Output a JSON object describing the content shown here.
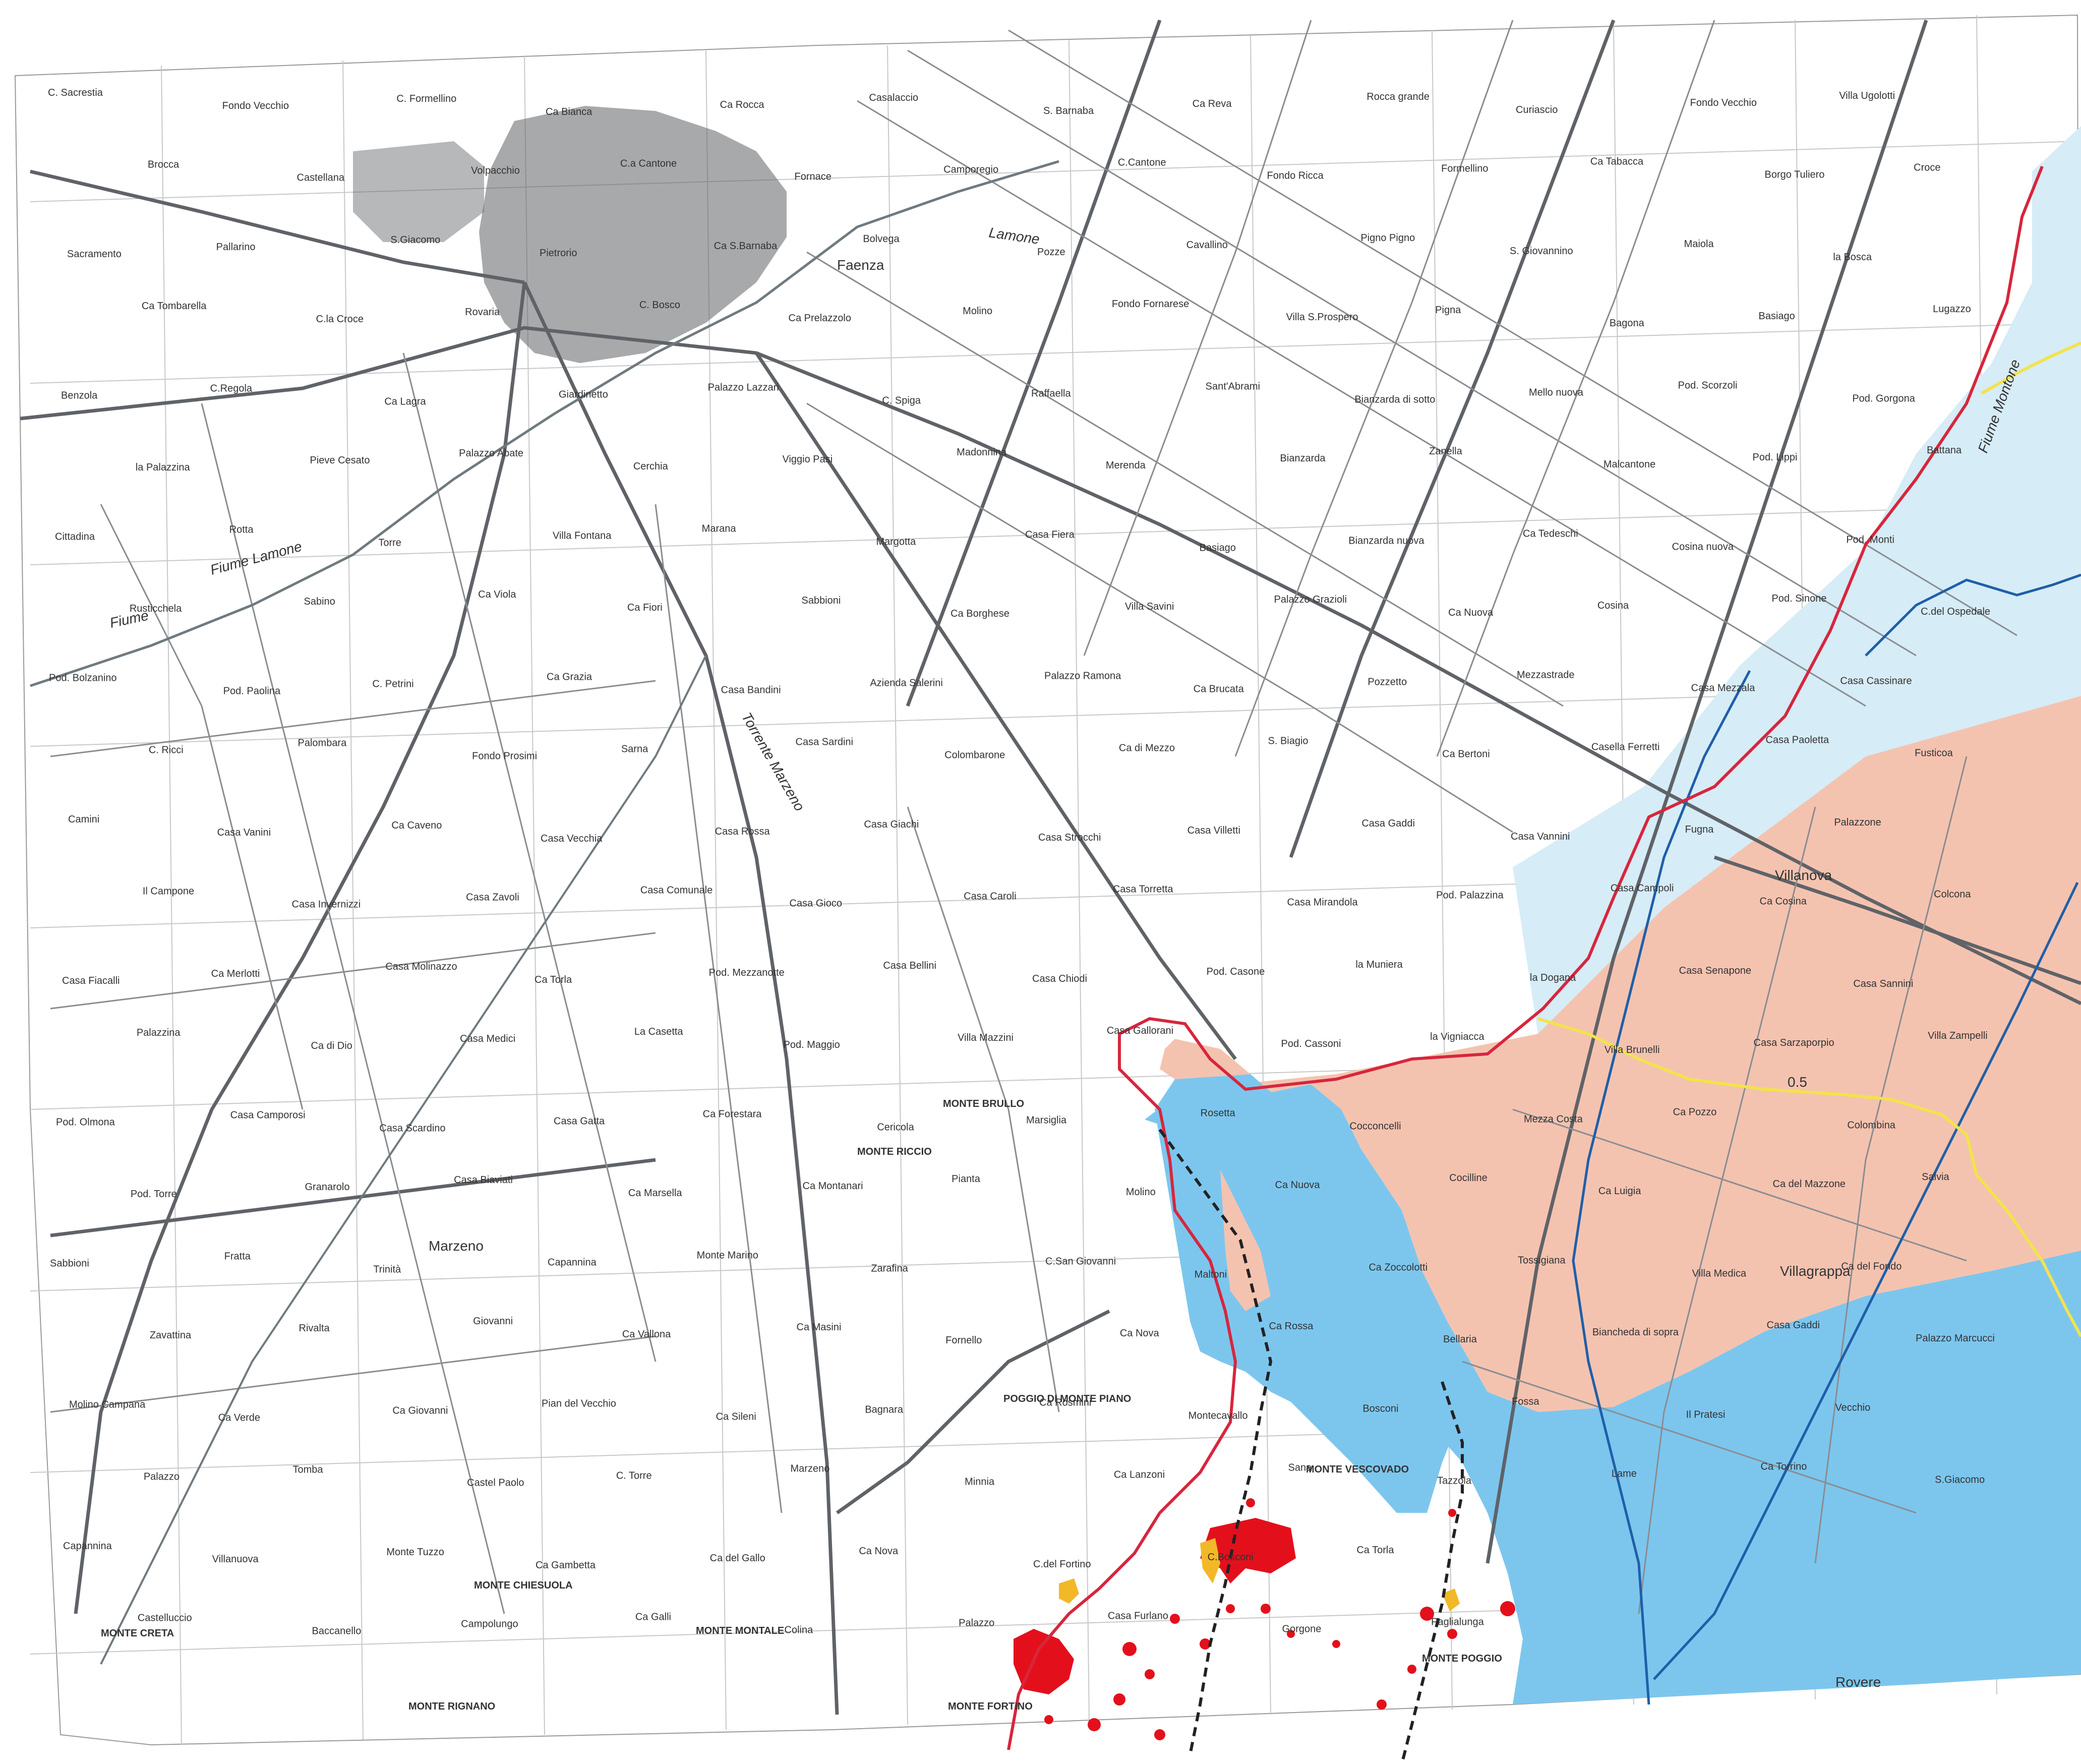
{
  "map": {
    "colors": {
      "paper": "#ffffff",
      "road": "#5f6368",
      "road_thin": "#8a8d90",
      "urban": "#606266",
      "grid": "#c8c8c8",
      "zone_light_blue": "#d6ecf7",
      "zone_blue": "#7cc6ee",
      "zone_salmon": "#f4c3b0",
      "zone_red": "#e3101c",
      "zone_yellow": "#f2b827",
      "isoline_yellow": "#f3e34a",
      "boundary_red": "#d7263d",
      "river_blue": "#1f5fa8",
      "dashed_black": "#222222"
    },
    "isoline_label": "0.5",
    "labels": {
      "towns": {
        "faenza": "Faenza",
        "villanova": "Villanova",
        "villagrappa": "Villagrappa",
        "marzeno": "Marzeno",
        "rovere": "Rovere"
      },
      "hills": {
        "monte_riccio": "MONTE RICCIO",
        "monte_brullo": "MONTE BRULLO",
        "monte_vescovado": "MONTE VESCOVADO",
        "monte_poggio": "MONTE POGGIO",
        "monte_fortino": "MONTE FORTINO",
        "monte_chiesuola": "MONTE CHIESUOLA",
        "monte_creta": "MONTE CRETA",
        "monte_montale": "MONTE MONTALE",
        "monte_rignano": "MONTE RIGNANO",
        "poggio_monte_piano": "POGGIO DI MONTE PIANO"
      },
      "rivers": {
        "lamone_1": "Fiume",
        "lamone_2": "Lamone",
        "lamone_3": "Fiume Lamone",
        "montone": "Fiume Montone",
        "marzeno": "Torrente Marzeno"
      },
      "places": [
        "C. Sacrestia",
        "Brocca",
        "Fondo Vecchio",
        "Castellana",
        "C. Formellino",
        "Volpacchio",
        "Ca Bianca",
        "C.a Cantone",
        "Ca Rocca",
        "Fornace",
        "Casalaccio",
        "Camporegio",
        "S. Barnaba",
        "C.Cantone",
        "Ca Reva",
        "Fondo Ricca",
        "Rocca grande",
        "Formellino",
        "Curiascio",
        "Ca Tabacca",
        "Fondo Vecchio",
        "Borgo Tuliero",
        "Villa Ugolotti",
        "Croce",
        "Sacramento",
        "Ca Tombarella",
        "Pallarino",
        "C.la Croce",
        "S.Giacomo",
        "Rovaria",
        "Pietrorio",
        "C. Bosco",
        "Ca S.Barnaba",
        "Ca Prelazzolo",
        "Bolvega",
        "Molino",
        "Pozze",
        "Fondo Fornarese",
        "Cavallino",
        "Villa S.Prospero",
        "Pigno Pigno",
        "Pigna",
        "S. Giovannino",
        "Bagona",
        "Maiola",
        "Basiago",
        "la Bosca",
        "Lugazzo",
        "Benzola",
        "la Palazzina",
        "C.Regola",
        "Pieve Cesato",
        "Ca Lagra",
        "Palazzo Abate",
        "Giardinetto",
        "Cerchia",
        "Palazzo Lazzari",
        "Viggio Pasi",
        "C. Spiga",
        "Madonnina",
        "Raffaella",
        "Merenda",
        "Sant'Abrami",
        "Bianzarda",
        "Bianzarda di sotto",
        "Zanella",
        "Mello nuova",
        "Malcantone",
        "Pod. Scorzoli",
        "Pod. Lippi",
        "Pod. Gorgona",
        "Battana",
        "Cittadina",
        "Rusticchela",
        "Rotta",
        "Sabino",
        "Torre",
        "Ca Viola",
        "Villa Fontana",
        "Ca Fiori",
        "Marana",
        "Sabbioni",
        "Margotta",
        "Ca Borghese",
        "Casa Fiera",
        "Villa Savini",
        "Basiago",
        "Palazzo Grazioli",
        "Bianzarda nuova",
        "Ca Nuova",
        "Ca Tedeschi",
        "Cosina",
        "Cosina nuova",
        "Pod. Sinone",
        "Pod. Monti",
        "C.del Ospedale",
        "Pod. Bolzanino",
        "C. Ricci",
        "Pod. Paolina",
        "Palombara",
        "C. Petrini",
        "Fondo Prosimi",
        "Ca Grazia",
        "Sarna",
        "Casa Bandini",
        "Casa Sardini",
        "Azienda Salerini",
        "Colombarone",
        "Palazzo Ramona",
        "Ca di Mezzo",
        "Ca Brucata",
        "S. Biagio",
        "Pozzetto",
        "Ca Bertoni",
        "Mezzastrade",
        "Casella Ferretti",
        "Casa Mezzala",
        "Casa Paoletta",
        "Casa Cassinare",
        "Fusticoa",
        "Camini",
        "Il Campone",
        "Casa Vanini",
        "Casa Invernizzi",
        "Ca Caveno",
        "Casa Zavoli",
        "Casa Vecchia",
        "Casa Comunale",
        "Casa Rossa",
        "Casa Gioco",
        "Casa Giachi",
        "Casa Caroli",
        "Casa Strocchi",
        "Casa Torretta",
        "Casa Villetti",
        "Casa Mirandola",
        "Casa Gaddi",
        "Pod. Palazzina",
        "Casa Vannini",
        "Casa Campoli",
        "Fugna",
        "Ca Cosina",
        "Palazzone",
        "Colcona",
        "Casa Fiacalli",
        "Palazzina",
        "Ca Merlotti",
        "Ca di Dio",
        "Casa Molinazzo",
        "Casa Medici",
        "Ca Torla",
        "La Casetta",
        "Pod. Mezzanotte",
        "Pod. Maggio",
        "Casa Bellini",
        "Villa Mazzini",
        "Casa Chiodi",
        "Casa Gallorani",
        "Pod. Casone",
        "Pod. Cassoni",
        "la Muniera",
        "la Vigniacca",
        "la Dogana",
        "Villa Brunelli",
        "Casa Senapone",
        "Casa Sarzaporpio",
        "Casa Sannini",
        "Villa Zampelli",
        "Pod. Olmona",
        "Pod. Torre",
        "Casa Camporosi",
        "Granarolo",
        "Casa Scardino",
        "Casa Biaviati",
        "Casa Gatta",
        "Ca Marsella",
        "Ca Forestara",
        "Ca Montanari",
        "Cericola",
        "Pianta",
        "Marsiglia",
        "Molino",
        "Rosetta",
        "Ca Nuova",
        "Cocconcelli",
        "Cocilline",
        "Mezza Costa",
        "Ca Luigia",
        "Ca Pozzo",
        "Ca del Mazzone",
        "Colombina",
        "Salvia",
        "Sabbioni",
        "Zavattina",
        "Fratta",
        "Rivalta",
        "Trinità",
        "Giovanni",
        "Capannina",
        "Ca Vallona",
        "Monte Marino",
        "Ca Masini",
        "Zarafina",
        "Fornello",
        "C.San Giovanni",
        "Ca Nova",
        "Maltoni",
        "Ca Rossa",
        "Ca Zoccolotti",
        "Bellaria",
        "Tossigiana",
        "Biancheda di sopra",
        "Villa Medica",
        "Casa Gaddi",
        "Ca del Fondo",
        "Palazzo Marcucci",
        "Molino Campana",
        "Palazzo",
        "Ca Verde",
        "Tomba",
        "Ca Giovanni",
        "Castel Paolo",
        "Pian del Vecchio",
        "C. Torre",
        "Ca Sileni",
        "Marzeno",
        "Bagnara",
        "Minnia",
        "Ca Rosmini",
        "Ca Lanzoni",
        "Montecavallo",
        "Sana",
        "Bosconi",
        "Tazzola",
        "Fossa",
        "Lame",
        "Il Pratesi",
        "Ca Torrino",
        "Vecchio",
        "S.Giacomo",
        "Capannina",
        "Castelluccio",
        "Villanuova",
        "Baccanello",
        "Monte Tuzzo",
        "Campolungo",
        "Ca Gambetta",
        "Ca Galli",
        "Ca del Gallo",
        "Colina",
        "Ca Nova",
        "Palazzo",
        "C.del Fortino",
        "Casa Furlano",
        "C.Bosconi",
        "Gorgone",
        "Ca Torla",
        "Paglialunga"
      ]
    }
  }
}
